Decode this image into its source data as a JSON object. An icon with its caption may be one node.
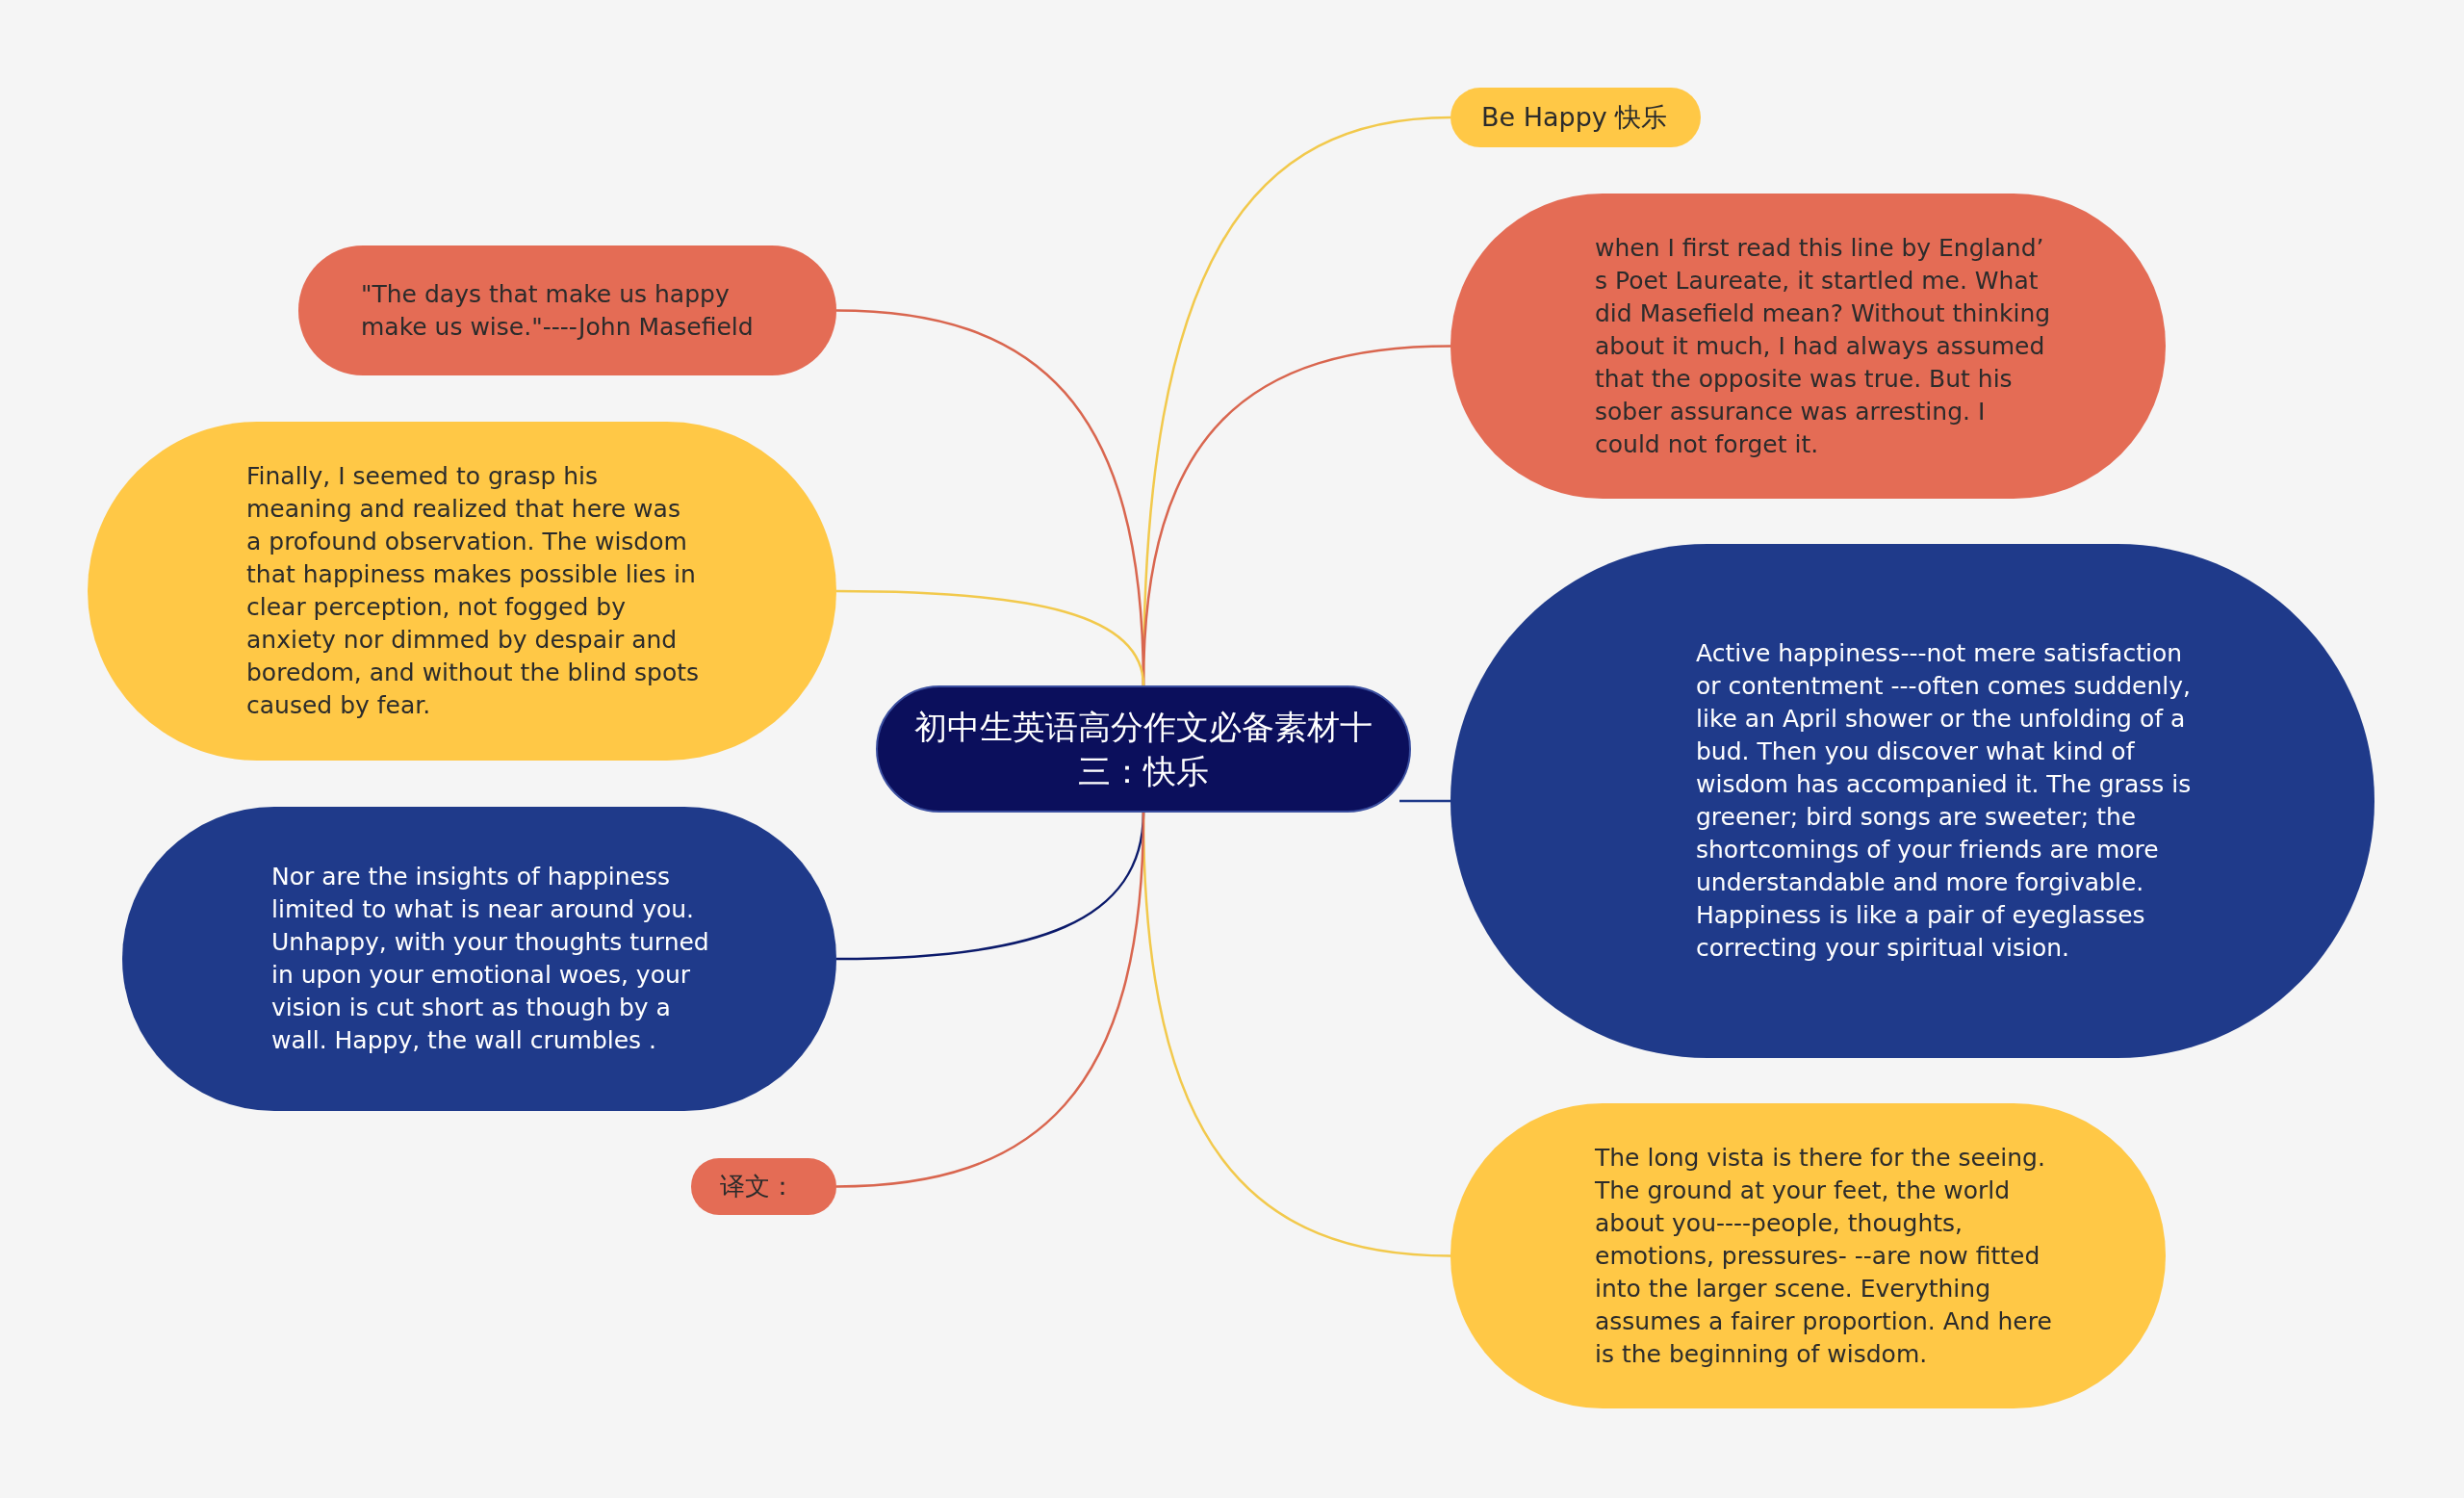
{
  "diagram": {
    "nodes": [
      {
        "text": [
          "初中生英语高分作文必备素材十三：快乐"
        ]
      },
      {
        "text": [
          "Be Happy 快乐"
        ]
      },
      {
        "text": [
          "when I first read this line by England’ s Poet Laureate, it startled me. What did Masefield  mean? Without thinking about it much, I had always assumed that the opposite was true. But his sober assurance was arresting. I could not forget it."
        ]
      },
      {
        "text": [
          "Active happiness---not mere satisfaction or contentment ---often comes suddenly, like an April shower or the unfolding of  a bud. Then you discover what kind of wisdom has accompanied it. The grass is greener; bird songs are sweeter;  the shortcomings of your friends are more understandable and more forgivable. Happiness is like a pair of eyeglasses correcting your spiritual vision."
        ]
      },
      {
        "text": [
          "The long vista is there for the seeing. The ground at your feet,  the world about you----people,  thoughts, emotions, pressures- --are now fitted into the larger scene. Everything assumes a fairer proportion. And here is the beginning of wisdom."
        ]
      },
      {
        "text": [
          "\"The days that make us happy make us wise.\"----John Masefield"
        ]
      },
      {
        "text": [
          "Finally, I seemed to grasp his meaning and realized that here was a profound observation. The wisdom that happiness makes possible lies in clear perception, not fogged by anxiety nor dimmed by despair and boredom, and without the blind spots caused by fear."
        ]
      },
      {
        "text": [
          "Nor are the insights of happiness limited to what is near around you. Unhappy, with  your thoughts turned in upon your emotional woes, your vision is cut short as though by a wall. Happy, the wall crumbles ."
        ]
      },
      {
        "text": [
          "译文："
        ]
      }
    ],
    "edges": [
      {
        "from": 0,
        "to": 1,
        "arrow": "none",
        "color": "#f2c94c"
      },
      {
        "from": 0,
        "to": 2,
        "arrow": "none",
        "color": "#d9664f"
      },
      {
        "from": 0,
        "to": 3,
        "arrow": "none",
        "color": "#1f3a8a"
      },
      {
        "from": 0,
        "to": 4,
        "arrow": "none",
        "color": "#f2c94c"
      },
      {
        "from": 0,
        "to": 5,
        "arrow": "none",
        "color": "#d9664f"
      },
      {
        "from": 0,
        "to": 6,
        "arrow": "none",
        "color": "#f2c94c"
      },
      {
        "from": 0,
        "to": 7,
        "arrow": "none",
        "color": "#0b1a6b"
      },
      {
        "from": 0,
        "to": 8,
        "arrow": "none",
        "color": "#d9664f"
      }
    ]
  }
}
